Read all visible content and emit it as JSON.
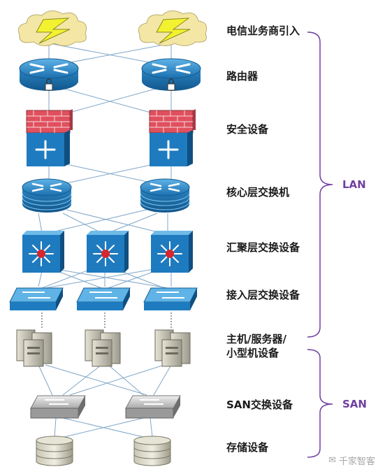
{
  "tiers": [
    "电信业务商引入",
    "路由器",
    "安全设备",
    "核心层交换机",
    "汇聚层交换设备",
    "接入层交换设备",
    "主机/服务器/",
    "小型机设备",
    "SAN交换设备",
    "存储设备"
  ],
  "groups": {
    "lan": "LAN",
    "san": "SAN"
  },
  "watermark": "千家智客",
  "colors": {
    "device_blue": "#2a86c4",
    "firewall_red": "#e0505e",
    "link_line": "#7fa6c9",
    "bracket_purple": "#6f3fa0",
    "cloud_yellow": "#f4e7a5",
    "lightning": "#f2f230"
  },
  "icons": [
    "cloud-icon",
    "lightning-icon",
    "router-icon",
    "lock-icon",
    "firewall-icon",
    "core-switch-icon",
    "aggregation-switch-icon",
    "access-switch-icon",
    "server-icon",
    "san-switch-icon",
    "storage-icon"
  ]
}
